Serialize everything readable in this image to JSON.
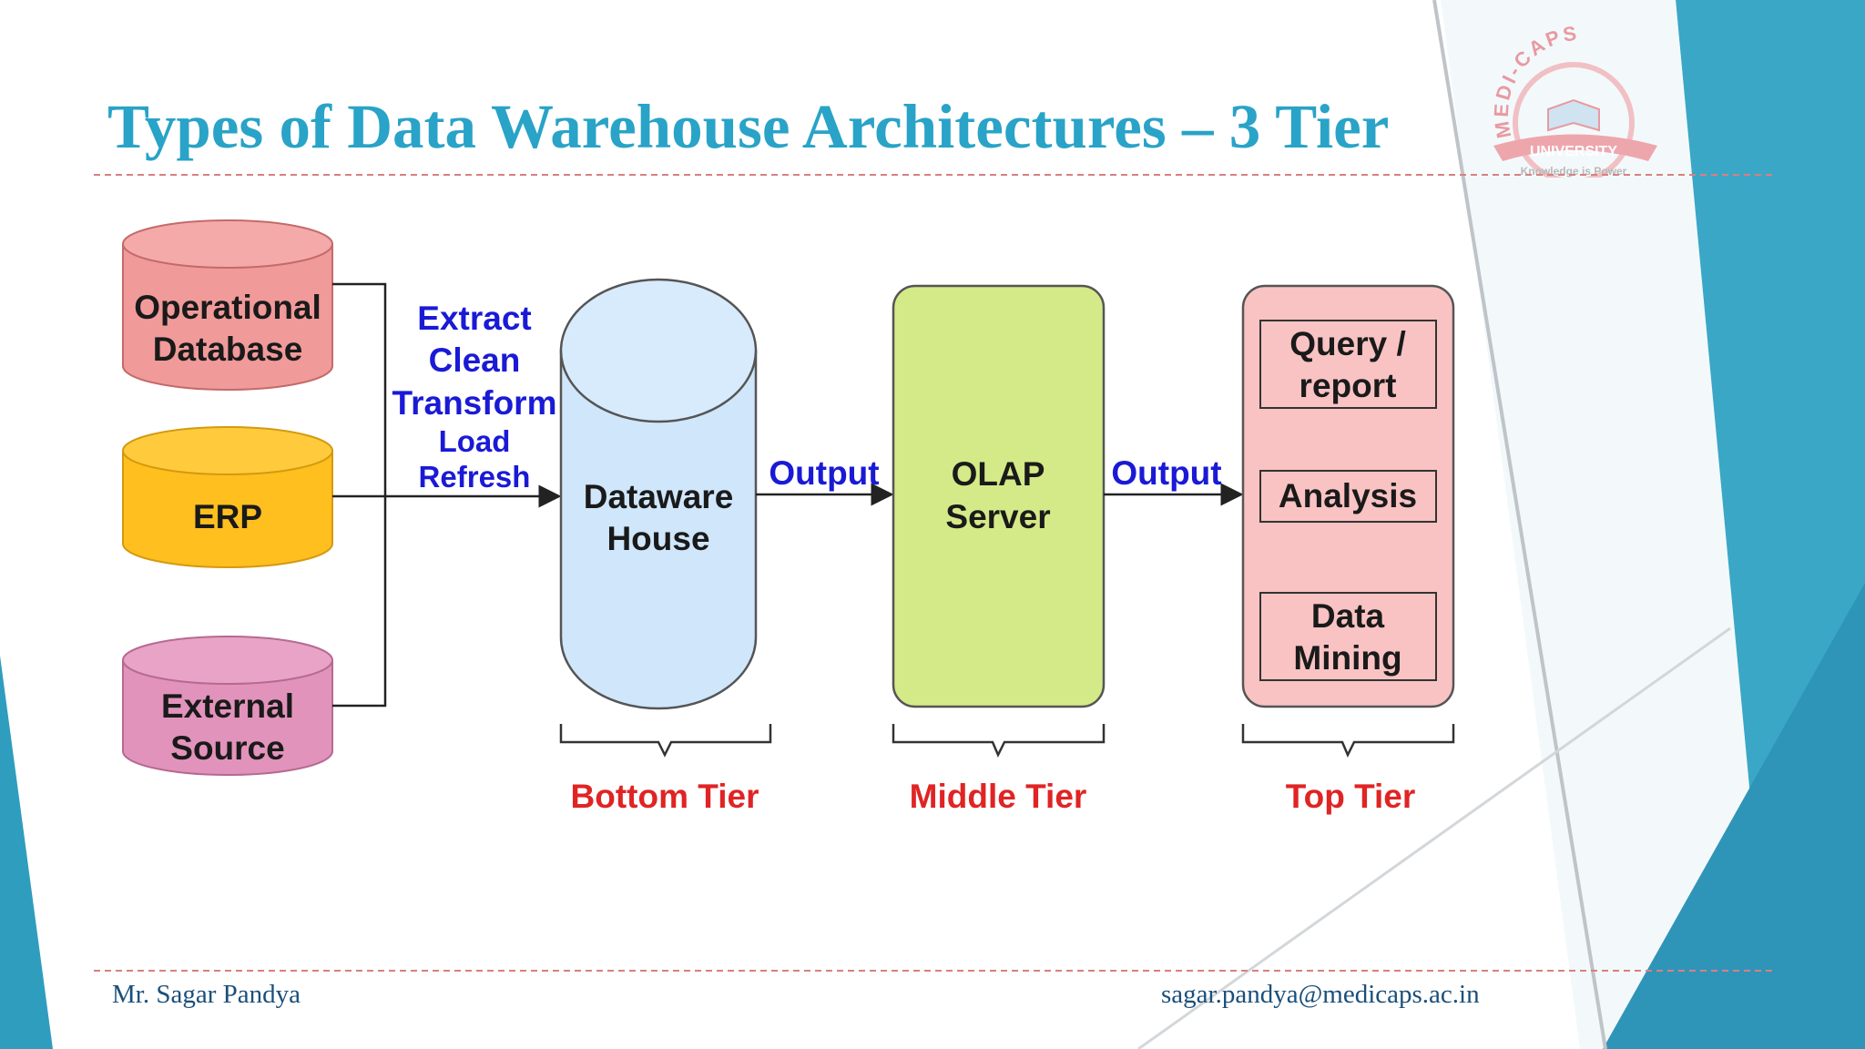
{
  "slide": {
    "title": "Types of Data Warehouse Architectures – 3 Tier",
    "footer_left": "Mr. Sagar Pandya",
    "footer_right": "sagar.pandya@medicaps.ac.in"
  },
  "logo": {
    "name_top": "MEDI-CAPS",
    "name_bottom": "UNIVERSITY",
    "tagline": "Knowledge is Power"
  },
  "sources": [
    {
      "line1": "Operational",
      "line2": "Database"
    },
    {
      "line1": "ERP"
    },
    {
      "line1": "External",
      "line2": "Source"
    }
  ],
  "etl_steps": [
    "Extract",
    "Clean",
    "Transform",
    "Load",
    "Refresh"
  ],
  "warehouse": {
    "line1": "Dataware",
    "line2": "House"
  },
  "olap": {
    "line1": "OLAP",
    "line2": "Server"
  },
  "output_labels": [
    "Output",
    "Output"
  ],
  "top_tier_items": [
    {
      "line1": "Query /",
      "line2": "report"
    },
    {
      "line1": "Analysis"
    },
    {
      "line1": "Data",
      "line2": "Mining"
    }
  ],
  "tier_labels": [
    "Bottom Tier",
    "Middle Tier",
    "Top Tier"
  ],
  "colors": {
    "title": "#29a3c7",
    "accent_teal": "#2b9cb8",
    "etl_text": "#1a1ad6",
    "tier_label": "#e02424",
    "source_operational": "#f19a9a",
    "source_erp": "#ffbf1f",
    "source_external": "#e293bb",
    "warehouse_fill": "#cfe6fb",
    "olap_fill": "#d4ea88",
    "top_tier_fill": "#f9c3c3"
  }
}
